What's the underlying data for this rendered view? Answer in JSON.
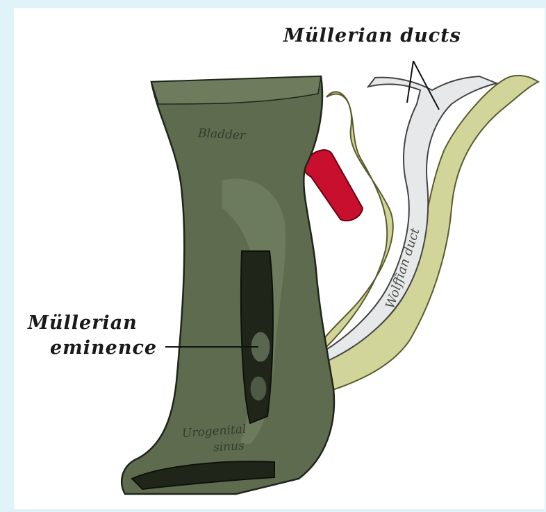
{
  "labels": {
    "mullerian_ducts": "Müllerian ducts",
    "mullerian_eminence_line1": "Müllerian",
    "mullerian_eminence_line2": "eminence",
    "bladder": "Bladder",
    "wolffian_duct": "Wolffian duct",
    "urogenital_line1": "Urogenital",
    "urogenital_line2": "sinus"
  },
  "colors": {
    "frame_background": "#dff3f8",
    "panel_background": "#ffffff",
    "sinus_green": "#5e6b4f",
    "sinus_dark": "#2f3a28",
    "wolffian_yellow": "#d2d59a",
    "mullerian_white": "#e6e8ea",
    "vessel_red": "#c8102e"
  }
}
